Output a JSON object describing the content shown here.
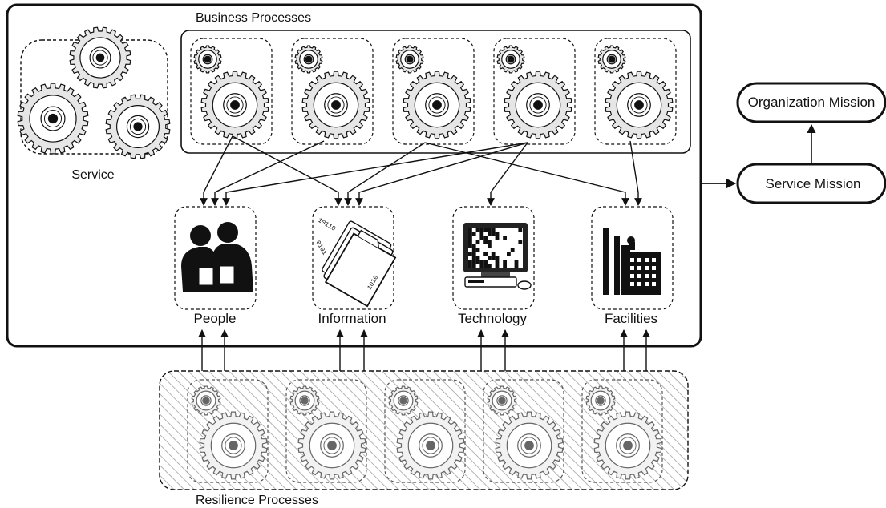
{
  "labels": {
    "business_processes": "Business Processes",
    "service": "Service",
    "resilience_processes": "Resilience Processes",
    "organization_mission": "Organization Mission",
    "service_mission": "Service Mission"
  },
  "assets": [
    {
      "label": "People"
    },
    {
      "label": "Information"
    },
    {
      "label": "Technology"
    },
    {
      "label": "Facilities"
    }
  ],
  "colors": {
    "stroke": "#111111",
    "gear_fill": "#e6e6e6",
    "resilience_gear": "#b9b9b9",
    "hatch": "#9a9a9a",
    "icon_fill": "#111111"
  },
  "icons": {
    "gear": "gear-icon",
    "people": "people-icon",
    "information": "documents-icon",
    "technology": "computer-icon",
    "facilities": "factory-icon"
  }
}
